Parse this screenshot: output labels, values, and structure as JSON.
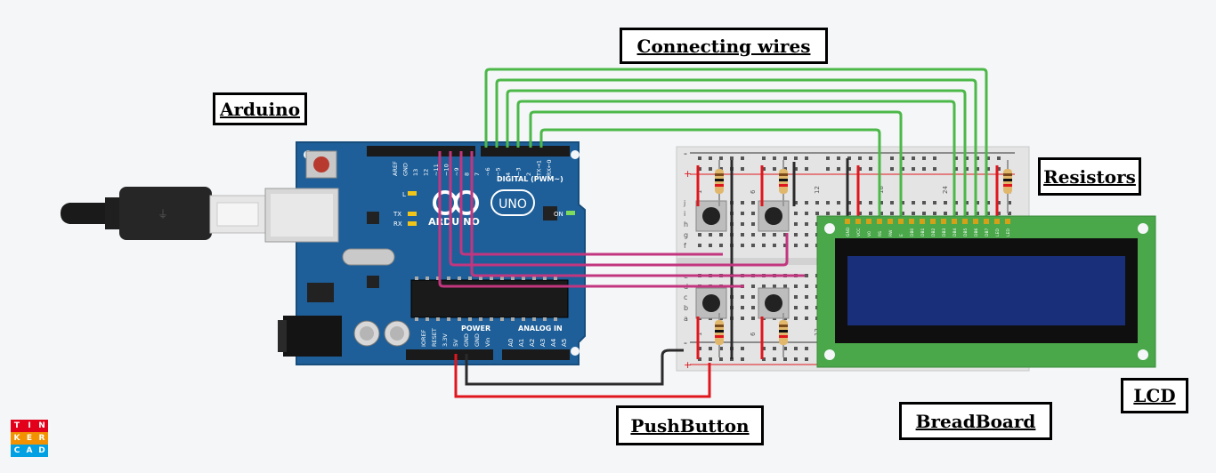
{
  "labels": {
    "connecting_wires": "Connecting wires",
    "arduino": "Arduino",
    "resistors": "Resistors",
    "lcd": "LCD",
    "breadboard": "BreadBoard",
    "pushbutton": "PushButton"
  },
  "arduino_board": {
    "brand": "ARDUINO",
    "model": "UNO",
    "digital_header": "DIGITAL (PWM~)",
    "power_header": "POWER",
    "analog_header": "ANALOG IN",
    "on_label": "ON",
    "led_l": "L",
    "led_tx": "TX",
    "led_rx": "RX",
    "top_pins": [
      "AREF",
      "GND",
      "13",
      "12",
      "~11",
      "~10",
      "~9",
      "8",
      "7",
      "~6",
      "~5",
      "4",
      "~3",
      "2",
      "TX→1",
      "RX←0"
    ],
    "power_pins": [
      "IOREF",
      "RESET",
      "3.3V",
      "5V",
      "GND",
      "GND",
      "Vin"
    ],
    "analog_pins": [
      "A0",
      "A1",
      "A2",
      "A3",
      "A4",
      "A5"
    ]
  },
  "breadboard": {
    "row_letters_top": [
      "j",
      "i",
      "h",
      "g",
      "f"
    ],
    "row_letters_bottom": [
      "e",
      "d",
      "c",
      "b",
      "a"
    ],
    "column_numbers": [
      "1",
      "6",
      "12",
      "18",
      "24",
      "30"
    ],
    "plus": "+",
    "minus": "-"
  },
  "lcd": {
    "pins": [
      "GND",
      "VCC",
      "V0",
      "RS",
      "RW",
      "E",
      "DB0",
      "DB1",
      "DB2",
      "DB3",
      "DB4",
      "DB5",
      "DB6",
      "DB7",
      "LED",
      "LED"
    ]
  },
  "logo": {
    "letters": [
      "T",
      "I",
      "N",
      "K",
      "E",
      "R",
      "C",
      "A",
      "D"
    ],
    "colors": [
      "#e2001a",
      "#e2001a",
      "#e2001a",
      "#f39200",
      "#f39200",
      "#f39200",
      "#00a0e3",
      "#00a0e3",
      "#00a0e3"
    ]
  },
  "colors": {
    "board_blue": "#1e5f99",
    "wire_green": "#4cb848",
    "wire_magenta": "#c2367f",
    "wire_red": "#e0161d",
    "wire_black": "#2b2b2b",
    "pcb_green": "#4aa84a",
    "lcd_screen": "#1a2f7a"
  }
}
